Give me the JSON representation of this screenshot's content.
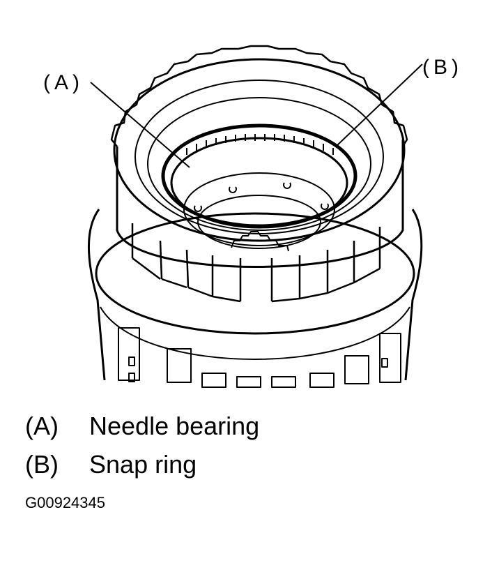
{
  "diagram": {
    "callouts": {
      "a": "(A)",
      "b": "(B)"
    },
    "legend": [
      {
        "key": "(A)",
        "label": "Needle bearing"
      },
      {
        "key": "(B)",
        "label": "Snap ring"
      }
    ],
    "figure_id": "G00924345"
  }
}
